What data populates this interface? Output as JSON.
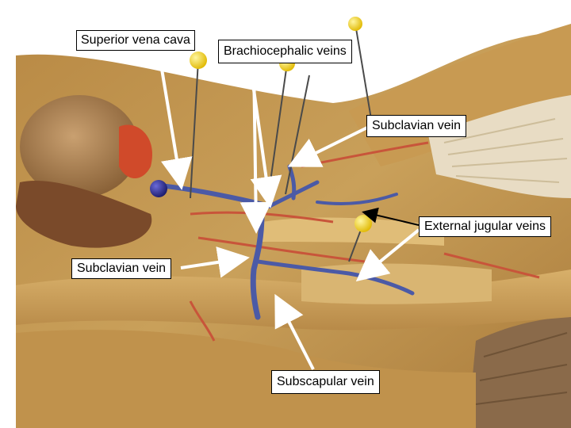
{
  "image": {
    "subject": "dissection-photo"
  },
  "labels": {
    "superior_vena_cava": "Superior vena cava",
    "brachiocephalic_veins": "Brachiocephalic veins",
    "subclavian_vein_right": "Subclavian vein",
    "external_jugular_veins": "External jugular veins",
    "subclavian_vein_left": "Subclavian vein",
    "subscapular_vein": "Subscapular vein"
  },
  "colors": {
    "label_bg": "#ffffff",
    "label_border": "#000000",
    "arrow_white": "#ffffff",
    "arrow_black": "#000000",
    "pin_yellow": "#f2d21a",
    "pin_blue": "#2a2a8c",
    "vein_blue": "#4b5aa6",
    "artery_red": "#c8553a",
    "tissue": "#c9a05a"
  }
}
